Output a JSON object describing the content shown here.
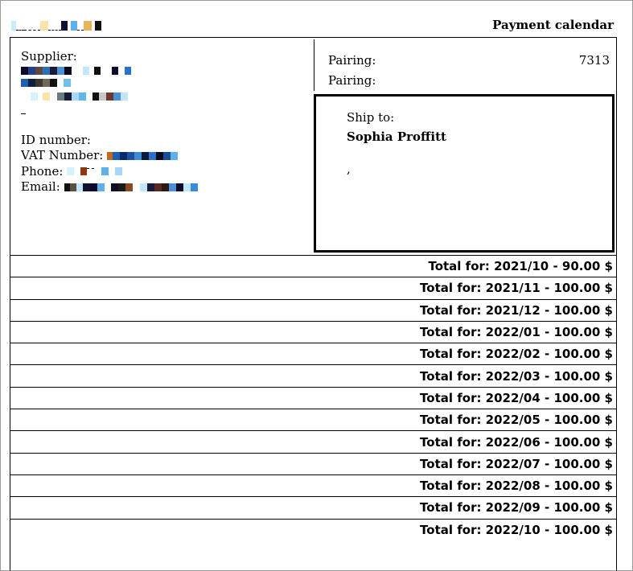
{
  "header": {
    "title": "Payment calendar"
  },
  "supplier": {
    "label": "Supplier:",
    "id_label": "ID number:",
    "vat_label": "VAT Number:",
    "phone_label": "Phone:",
    "email_label": "Email:"
  },
  "pairing": {
    "label_1": "Pairing:",
    "value_1": "7313",
    "label_2": "Pairing:"
  },
  "ship_to": {
    "label": "Ship to:",
    "name": "Sophia Proffitt",
    "extra": ","
  },
  "totals": [
    "Total for: 2021/10 - 90.00 $",
    "Total for: 2021/11 - 100.00 $",
    "Total for: 2021/12 - 100.00 $",
    "Total for: 2022/01 - 100.00 $",
    "Total for: 2022/02 - 100.00 $",
    "Total for: 2022/03 - 100.00 $",
    "Total for: 2022/04 - 100.00 $",
    "Total for: 2022/05 - 100.00 $",
    "Total for: 2022/06 - 100.00 $",
    "Total for: 2022/07 - 100.00 $",
    "Total for: 2022/08 - 100.00 $",
    "Total for: 2022/09 - 100.00 $",
    "Total for: 2022/10 - 100.00 $"
  ]
}
